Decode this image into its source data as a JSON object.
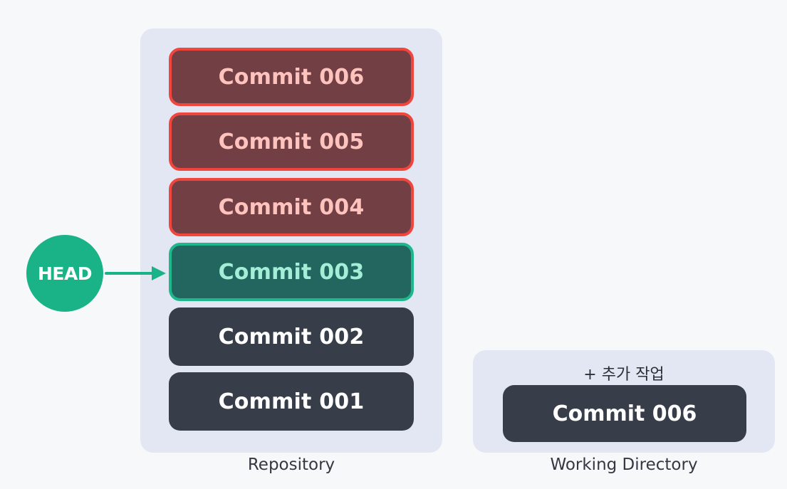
{
  "repository": {
    "label": "Repository",
    "commits": [
      {
        "label": "Commit 006",
        "state": "discarded"
      },
      {
        "label": "Commit 005",
        "state": "discarded"
      },
      {
        "label": "Commit 004",
        "state": "discarded"
      },
      {
        "label": "Commit 003",
        "state": "head"
      },
      {
        "label": "Commit 002",
        "state": "normal"
      },
      {
        "label": "Commit 001",
        "state": "normal"
      }
    ]
  },
  "head": {
    "label": "HEAD",
    "target": "Commit 003"
  },
  "working_directory": {
    "label": "Working Directory",
    "note": "+ 추가 작업",
    "commit_label": "Commit 006"
  },
  "colors": {
    "panel": "#e2e7f3",
    "discarded_fill": "#723f45",
    "discarded_border": "#f0463c",
    "discarded_text": "#ffc3bd",
    "head_fill": "#236660",
    "head_border": "#1eb88c",
    "head_text": "#a4eed8",
    "normal_fill": "#383e49",
    "head_badge": "#19b387"
  }
}
